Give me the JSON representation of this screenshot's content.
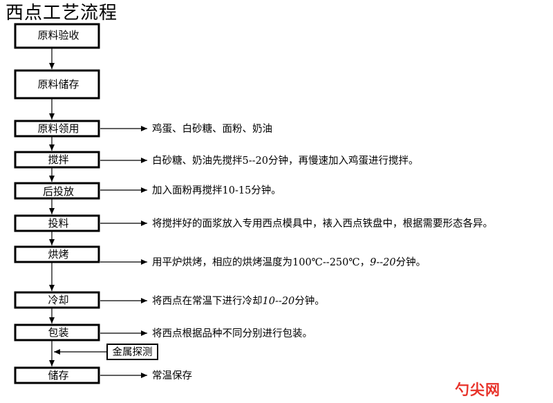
{
  "title": "西点工艺流程",
  "steps": [
    {
      "label": "原料验收"
    },
    {
      "label": "原料储存"
    },
    {
      "label": "原料领用",
      "note": [
        {
          "t": "鸡蛋、白砂糖、面粉、奶油"
        }
      ]
    },
    {
      "label": "搅拌",
      "note": [
        {
          "t": "白砂糖、奶油先搅拌5--20分钟，再慢速加入鸡蛋进行搅拌。"
        }
      ]
    },
    {
      "label": "后投放",
      "note": [
        {
          "t": "加入面粉再搅拌10-15分钟。"
        }
      ]
    },
    {
      "label": "投料",
      "note": [
        {
          "t": "将搅拌好的面浆放入专用西点模具中，裱入西点铁盘中，根据需要形态各异。"
        }
      ]
    },
    {
      "label": "烘烤",
      "note": [
        {
          "t": "用平炉烘烤，相应的烘烤温度为100℃--250℃，"
        },
        {
          "t": "9--20",
          "italic": true
        },
        {
          "t": "分钟。"
        }
      ]
    },
    {
      "label": "冷却",
      "note": [
        {
          "t": "将西点在常温下进行冷却"
        },
        {
          "t": "10--20",
          "italic": true
        },
        {
          "t": "分钟。"
        }
      ]
    },
    {
      "label": "包装",
      "note": [
        {
          "t": "将西点根据品种不同分别进行包装。"
        }
      ]
    },
    {
      "label": "储存",
      "note": [
        {
          "t": "常温保存"
        }
      ]
    }
  ],
  "side_input": {
    "label": "金属探测",
    "target": "储存"
  },
  "watermark": "勺尖网"
}
